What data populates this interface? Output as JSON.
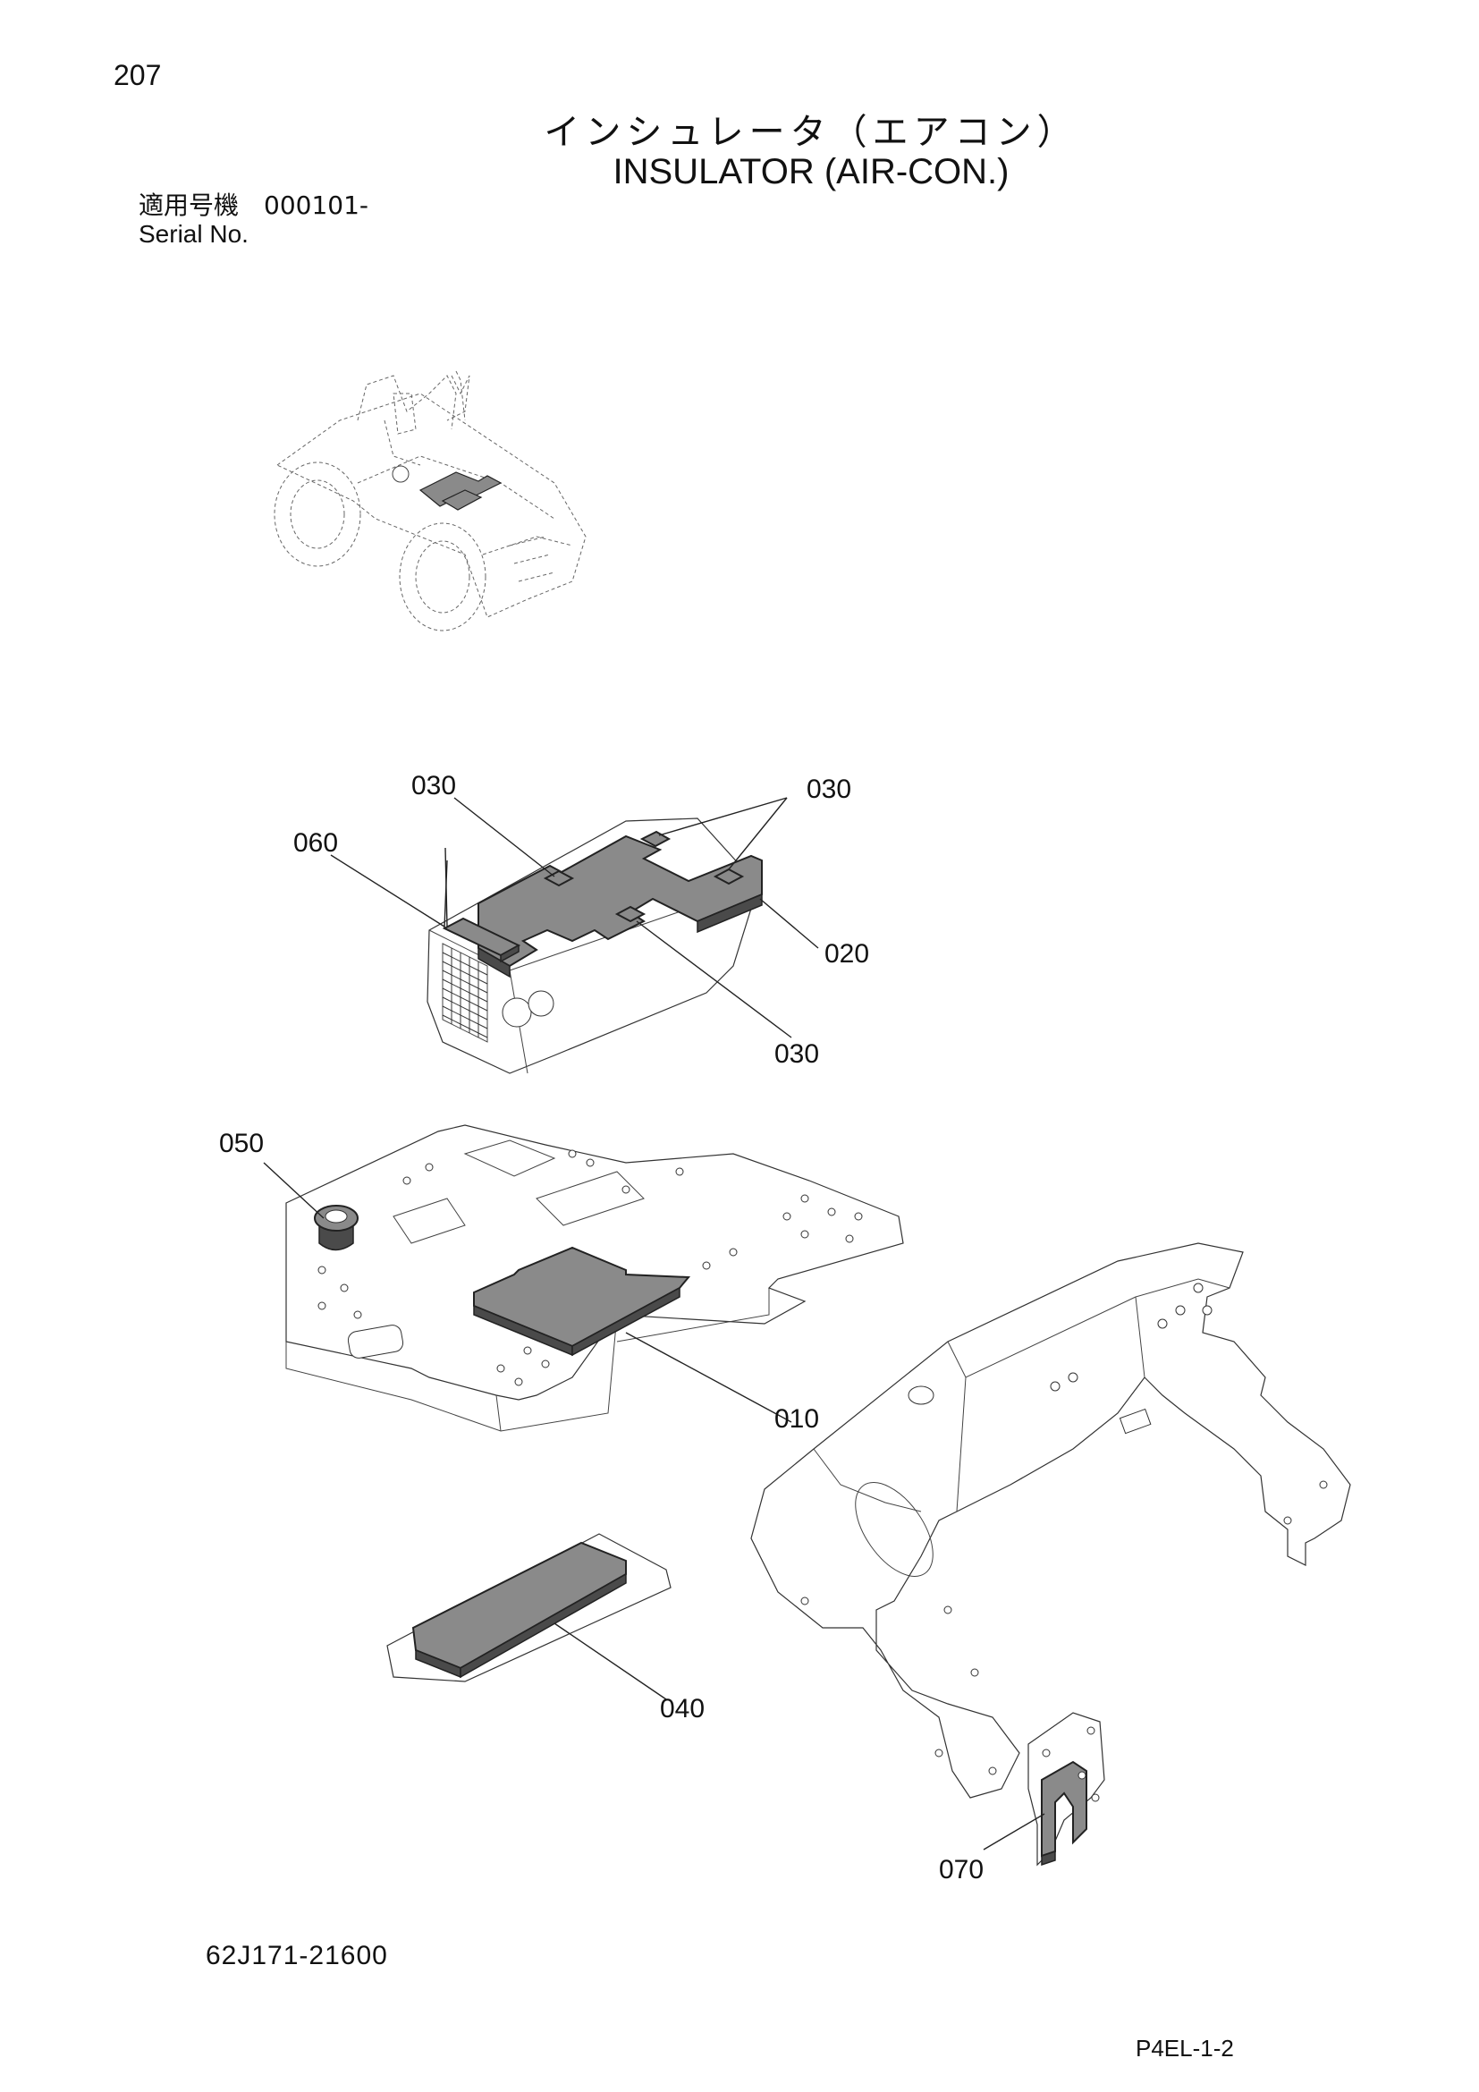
{
  "header": {
    "page_number": "207",
    "title_jp": "インシュレータ（エアコン）",
    "title_en": "INSULATOR (AIR-CON.)",
    "serial_label_jp": "適用号機　000101-",
    "serial_label_en": "Serial No."
  },
  "callouts": {
    "c030a": "030",
    "c030b": "030",
    "c030c": "030",
    "c060": "060",
    "c020": "020",
    "c050": "050",
    "c010": "010",
    "c040": "040",
    "c070": "070"
  },
  "footer": {
    "part_number": "62J171-21600",
    "page_code": "P4EL-1-2"
  }
}
